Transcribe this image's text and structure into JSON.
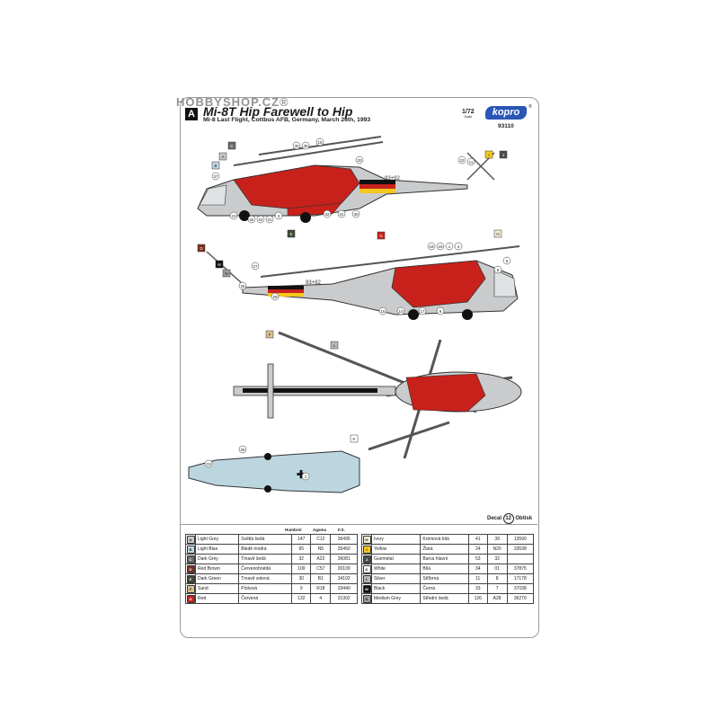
{
  "watermark": "HOBBYSHOP.CZ®",
  "header": {
    "scheme_letter": "A",
    "title": "Mi-8T Hip Farewell to Hip",
    "subtitle": "Mi-8 Last Flight, Cottbus AFB, Germany, March 26th, 1993",
    "scale": "1/72",
    "scale_caption": "Scale",
    "brand": "kopro",
    "reg_mark": "®",
    "catalog_number": "93110"
  },
  "decal_note": {
    "label": "Decal",
    "number": "12",
    "suffix": "Obtisk"
  },
  "drawing_text": {
    "serial_side1": "93+92",
    "serial_side2": "93+92",
    "callouts": {
      "A": "A",
      "B": "B",
      "C": "C",
      "D": "D",
      "E": "E",
      "F": "F",
      "G": "G",
      "H": "H",
      "I": "I",
      "J": "J",
      "K": "K",
      "L": "L",
      "M": "M",
      "N": "N",
      "n1": "1",
      "n2": "2",
      "n3": "3",
      "n4": "4",
      "n5": "5",
      "n8": "8",
      "n9": "9",
      "n10": "10",
      "n11": "11",
      "n15": "15",
      "n16": "16",
      "n17": "17",
      "n18": "18",
      "n19": "19",
      "n20": "20",
      "n21": "21",
      "n22": "22",
      "n23": "23",
      "n24": "24",
      "n26": "26",
      "n27": "27",
      "n28": "28",
      "n29": "29",
      "n30": "30",
      "n31": "31",
      "n32": "32",
      "n33": "33",
      "n34": "34",
      "n35": "35",
      "n36": "36",
      "n37": "37"
    }
  },
  "paint_table": {
    "headers": [
      "Humbrol",
      "Agama",
      "F.S."
    ],
    "left": [
      {
        "code": "A",
        "color": "#c6c8c9",
        "name": "Light Grey",
        "czech": "Světlá šedá",
        "humbrol": "147",
        "agama": "C12",
        "fs": "36495"
      },
      {
        "code": "B",
        "color": "#bcd6e0",
        "name": "Light Blue",
        "czech": "Bledě modrá",
        "humbrol": "65",
        "agama": "N5",
        "fs": "35450"
      },
      {
        "code": "C",
        "color": "#6a6a6a",
        "name": "Dark Grey",
        "czech": "Tmavě šedá",
        "humbrol": "32",
        "agama": "A22",
        "fs": "36081"
      },
      {
        "code": "D",
        "color": "#7b2e24",
        "name": "Red Brown",
        "czech": "Červenohnědá",
        "humbrol": "100",
        "agama": "C57",
        "fs": "30109"
      },
      {
        "code": "E",
        "color": "#3e4a36",
        "name": "Dark Green",
        "czech": "Tmavě zelená",
        "humbrol": "30",
        "agama": "B1",
        "fs": "34102"
      },
      {
        "code": "F",
        "color": "#d8c190",
        "name": "Sand",
        "czech": "Písková",
        "humbrol": "9",
        "agama": "R18",
        "fs": "33440"
      },
      {
        "code": "G",
        "color": "#c8211b",
        "name": "Red",
        "czech": "Červená",
        "humbrol": "132",
        "agama": "4",
        "fs": "31302"
      }
    ],
    "right": [
      {
        "code": "H",
        "color": "#f1ead2",
        "name": "Ivory",
        "czech": "Krémová bílá",
        "humbrol": "41",
        "agama": "39",
        "fs": "13590"
      },
      {
        "code": "I",
        "color": "#f4c81e",
        "name": "Yellow",
        "czech": "Žlutá",
        "humbrol": "24",
        "agama": "N20",
        "fs": "33538"
      },
      {
        "code": "J",
        "color": "#4a4d4d",
        "name": "Gunmetal",
        "czech": "Barva hlavní",
        "humbrol": "53",
        "agama": "32",
        "fs": ""
      },
      {
        "code": "K",
        "color": "#ffffff",
        "name": "White",
        "czech": "Bílá",
        "humbrol": "34",
        "agama": "01",
        "fs": "37875"
      },
      {
        "code": "L",
        "color": "#b8b8b8",
        "name": "Silver",
        "czech": "Stříbrná",
        "humbrol": "11",
        "agama": "8",
        "fs": "17178"
      },
      {
        "code": "M",
        "color": "#111111",
        "name": "Black",
        "czech": "Černá",
        "humbrol": "33",
        "agama": "7",
        "fs": "37038"
      },
      {
        "code": "N",
        "color": "#9a9ea0",
        "name": "Medium Grey",
        "czech": "Střední šedá",
        "humbrol": "126",
        "agama": "A28",
        "fs": "36270"
      }
    ]
  }
}
